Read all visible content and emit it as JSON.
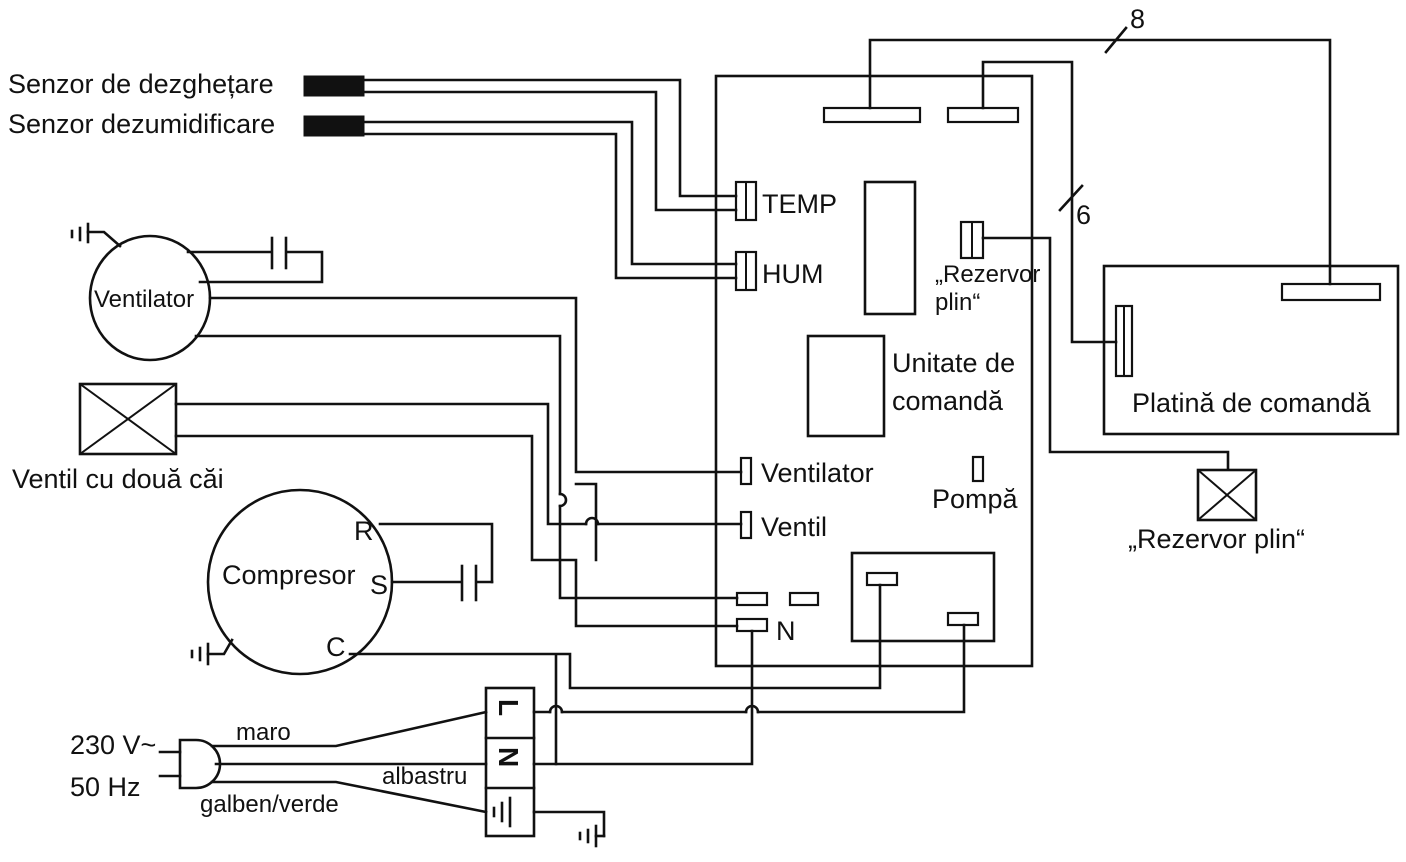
{
  "labels": {
    "defrost_sensor": "Senzor de dezghețare",
    "dehum_sensor": "Senzor dezumidificare",
    "temp": "TEMP",
    "hum": "HUM",
    "tank_full_conn_1": "„Rezervor",
    "tank_full_conn_2": "plin“",
    "fan_motor": "Ventilator",
    "control_unit_1": "Unitate de",
    "control_unit_2": "comandă",
    "control_board": "Platină de comandă",
    "valve": "Ventil cu două căi",
    "fan_port": "Ventilator",
    "valve_port": "Ventil",
    "pump_port": "Pompă",
    "tank_full_switch": "„Rezervor plin“",
    "compressor": "Compresor",
    "comp_r": "R",
    "comp_s": "S",
    "comp_c": "C",
    "neutral_port": "N",
    "voltage": "230 V~",
    "frequency": "50 Hz",
    "wire_brown": "maro",
    "wire_blue": "albastru",
    "wire_green": "galben/verde",
    "wire_count_8": "8",
    "wire_count_6": "6",
    "term_l": "L",
    "term_n": "N"
  }
}
